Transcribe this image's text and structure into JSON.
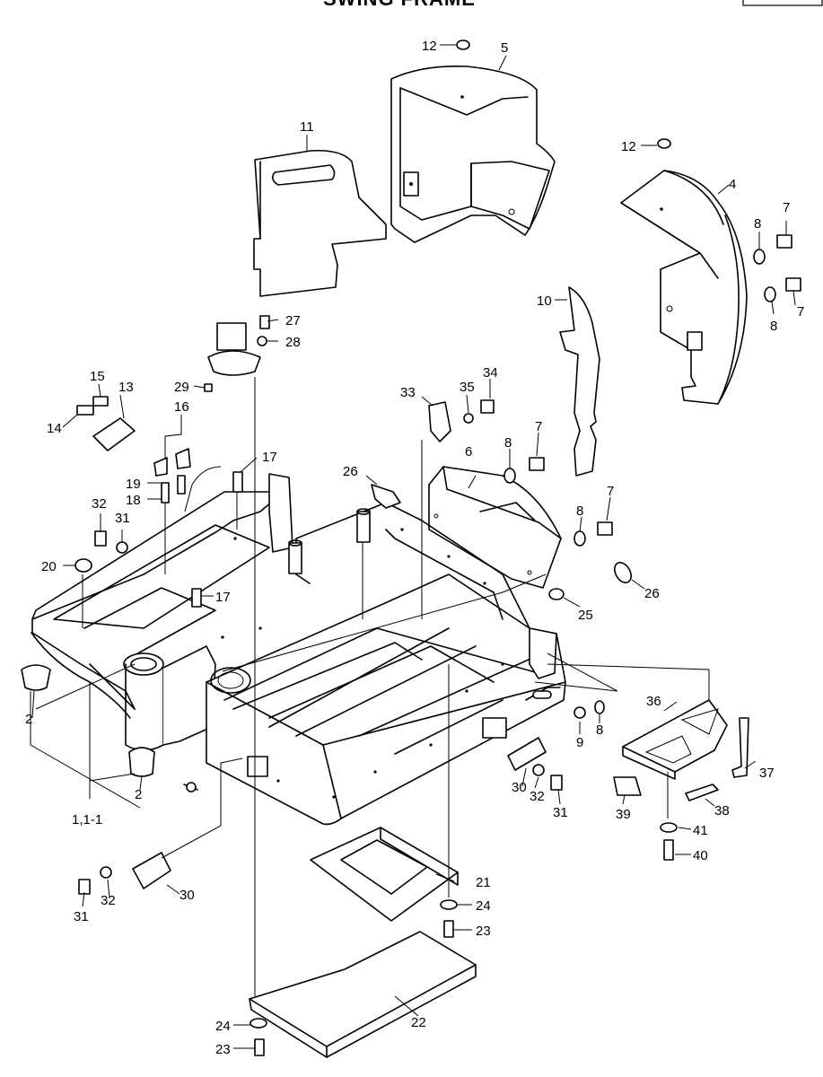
{
  "title": "SWING FRAME",
  "callouts": [
    "1,1-1",
    "2",
    "2",
    "4",
    "5",
    "6",
    "7",
    "7",
    "7",
    "7",
    "8",
    "8",
    "8",
    "8",
    "8",
    "9",
    "10",
    "11",
    "12",
    "12",
    "13",
    "14",
    "15",
    "16",
    "17",
    "17",
    "18",
    "19",
    "20",
    "21",
    "22",
    "23",
    "23",
    "24",
    "24",
    "25",
    "26",
    "26",
    "27",
    "28",
    "29",
    "30",
    "30",
    "31",
    "31",
    "31",
    "32",
    "32",
    "32",
    "33",
    "34",
    "35",
    "36",
    "37",
    "38",
    "39",
    "40",
    "41"
  ]
}
